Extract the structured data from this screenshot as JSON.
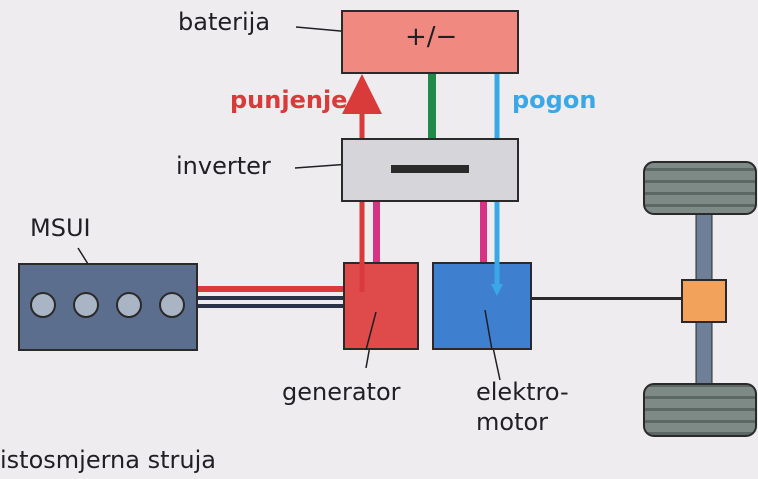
{
  "labels": {
    "battery": "baterija",
    "battery_symbol": "+/−",
    "charging": "punjenje",
    "drive": "pogon",
    "inverter": "inverter",
    "engine": "MSUI",
    "generator": "generator",
    "motor_line1": "elektro-",
    "motor_line2": "motor",
    "footer": "istosmjerna struja"
  },
  "colors": {
    "background": "#eeecee",
    "battery_fill": "#f08a80",
    "inverter_fill": "#d6d6da",
    "engine_fill": "#5b6e8e",
    "generator_fill": "#df4a4a",
    "motor_fill": "#3f7fd0",
    "charging_arrow": "#d93a3a",
    "drive_arrow": "#3aa7e6",
    "link_green": "#1f8a4a",
    "link_magenta": "#d63384",
    "differential": "#f2a25a",
    "wheel": "#7d8a86",
    "axle": "#6f7f98"
  },
  "engine_cylinders": 4
}
